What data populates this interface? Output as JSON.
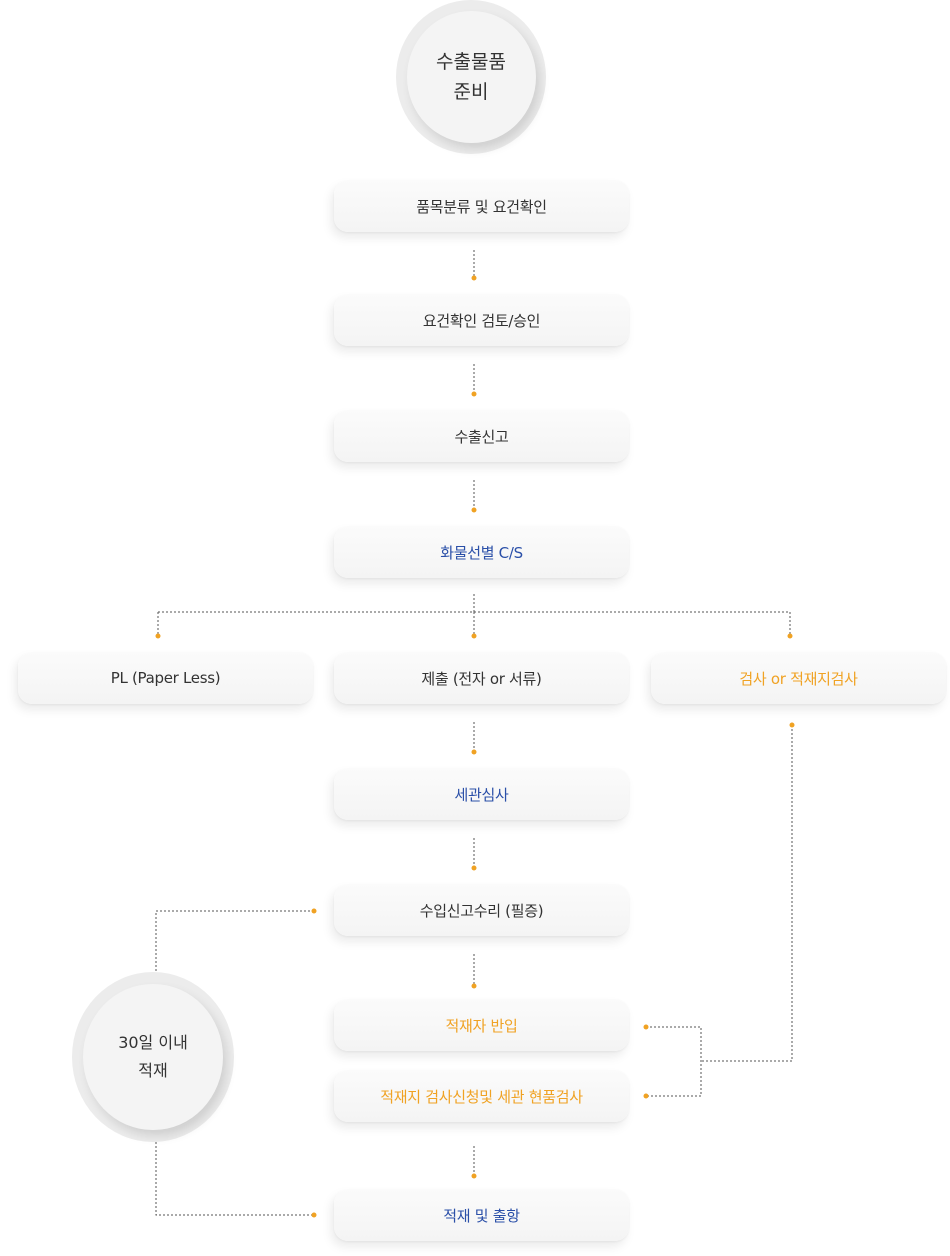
{
  "start": {
    "line1": "수출물품",
    "line2": "준비"
  },
  "steps": {
    "classify": "품목분류 및 요건확인",
    "review": "요건확인 검토/승인",
    "declare": "수출신고",
    "cs": "화물선별 C/S",
    "pl": "PL (Paper Less)",
    "submit": "제출 (전자 or 서류)",
    "inspect": "검사 or 적재지검사",
    "audit": "세관심사",
    "accept": "수입신고수리 (필증)",
    "carry_in": "적재자 반입",
    "onsite": "적재지 검사신청및 세관 현품검사",
    "ship": "적재 및 출항"
  },
  "side": {
    "line1": "30일 이내",
    "line2": "적재"
  },
  "colors": {
    "blue": "#2a4fa8",
    "orange": "#f0a223",
    "text": "#333333",
    "line": "#555555"
  }
}
